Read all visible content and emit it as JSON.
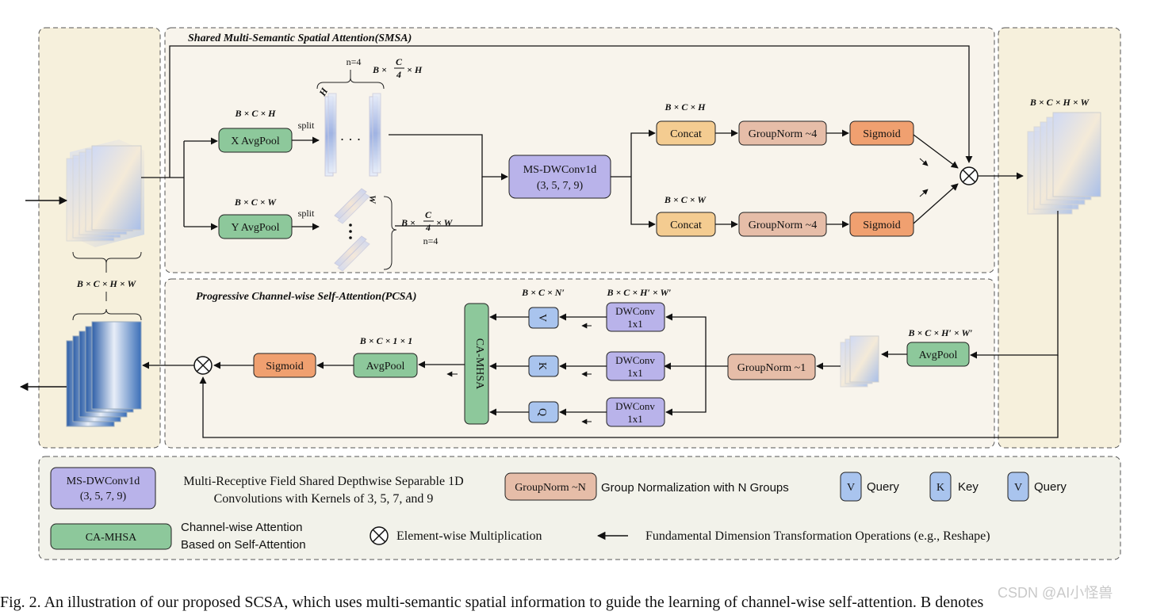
{
  "sections": {
    "smsa_title": "Shared Multi-Semantic Spatial Attention(SMSA)",
    "pcsa_title": "Progressive Channel-wise Self-Attention(PCSA)"
  },
  "smsa": {
    "x_avgpool": "X AvgPool",
    "y_avgpool": "Y AvgPool",
    "split_top": "split",
    "split_bottom": "split",
    "n4_top": "n=4",
    "n4_bottom": "n=4",
    "dots_h": "· · ·",
    "ms_dwconv_line1": "MS-DWConv1d",
    "ms_dwconv_line2": "(3, 5, 7, 9)",
    "concat_top": "Concat",
    "concat_bottom": "Concat",
    "groupnorm_top": "GroupNorm ~4",
    "groupnorm_bottom": "GroupNorm ~4",
    "sigmoid_top": "Sigmoid",
    "sigmoid_bottom": "Sigmoid",
    "dim_bch_x": "B × C × H",
    "dim_bcw_y": "B × C × W",
    "dim_bc4h_prefix": "B ×",
    "dim_bc4h_c": "C",
    "dim_bc4h_4": "4",
    "dim_bc4h_suffix": "× H",
    "dim_bc4w_prefix": "B ×",
    "dim_bc4w_c": "C",
    "dim_bc4w_4": "4",
    "dim_bc4w_suffix": "× W",
    "dim_concat_top": "B × C × H",
    "dim_concat_bottom": "B × C × W",
    "label_H": "H",
    "label_W": "W"
  },
  "side": {
    "dim_left": "B × C × H × W",
    "dim_right": "B × C × H × W"
  },
  "pcsa": {
    "dim_bchw_prime_right": "B × C × H′ × W′",
    "avgpool_right": "AvgPool",
    "groupnorm": "GroupNorm ~1",
    "dwconv_label": "DWConv",
    "dwconv_size": "1x1",
    "dim_bchw_prime": "B × C × H′ × W′",
    "dim_bcn_prime": "B × C × N′",
    "v": "V",
    "k": "K",
    "q": "Q",
    "ca_mhsa": "CA-MHSA",
    "avgpool_left": "AvgPool",
    "sigmoid": "Sigmoid",
    "dim_bc11": "B × C × 1 × 1"
  },
  "legend": {
    "ms_dwconv_line1": "MS-DWConv1d",
    "ms_dwconv_line2": "(3, 5, 7, 9)",
    "ms_desc_line1": "Multi-Receptive Field Shared Depthwise Separable 1D",
    "ms_desc_line2": "Convolutions with Kernels of 3, 5, 7, and 9",
    "groupnorm": "GroupNorm ~N",
    "groupnorm_desc": "Group Normalization with N Groups",
    "v1": "V",
    "query1": "Query",
    "k": "K",
    "key": "Key",
    "v2": "V",
    "query2": "Query",
    "ca_mhsa": "CA-MHSA",
    "ca_desc_line1": "Channel-wise Attention",
    "ca_desc_line2": "Based on Self-Attention",
    "mult_desc": "Element-wise Multiplication",
    "reshape_desc": "Fundamental Dimension Transformation Operations (e.g., Reshape)"
  },
  "caption": "Fig. 2.  An illustration of our proposed SCSA, which uses multi-semantic spatial information to guide the learning of channel-wise self-attention. B denotes",
  "watermark": "CSDN @AI小怪兽",
  "colors": {
    "green": "#8dc89b",
    "purple": "#b9b3ea",
    "yellow": "#f4cc91",
    "pink": "#e6bda8",
    "orange": "#f0a070",
    "blue_small": "#a9c4ee",
    "panel_bg": "#f8f4ec",
    "side_bg": "#f6f0dc"
  }
}
